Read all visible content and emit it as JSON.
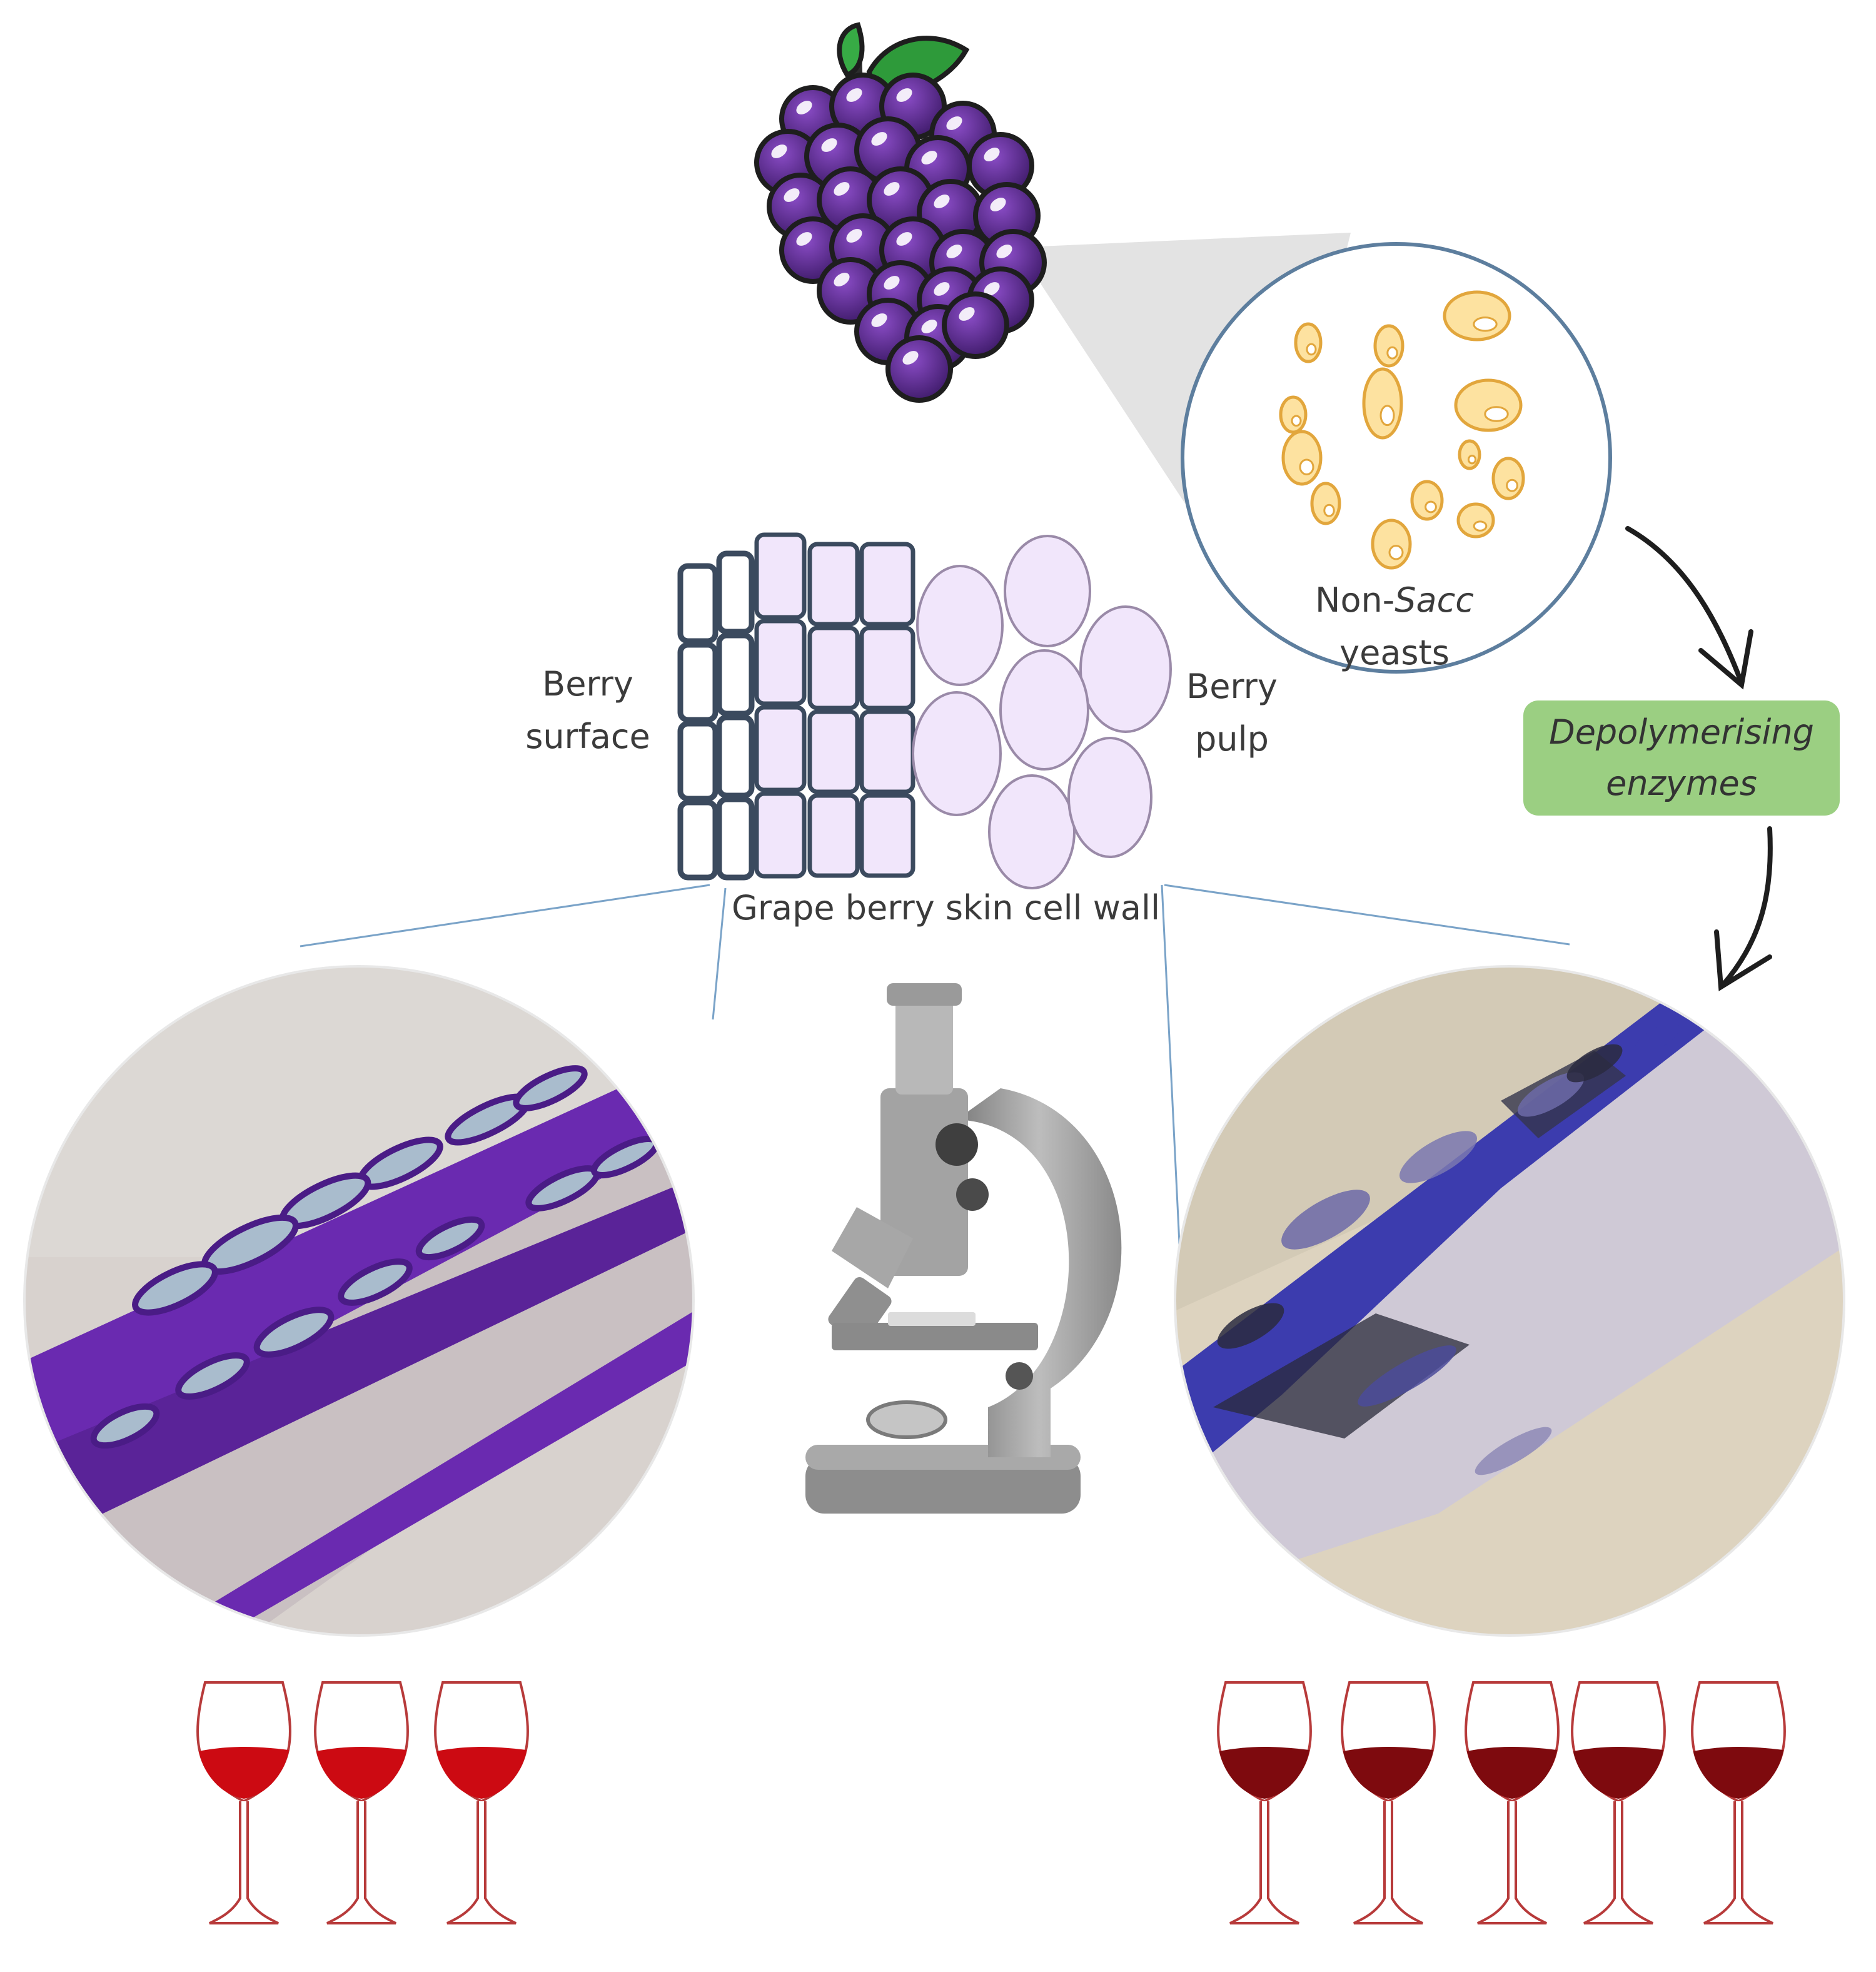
{
  "labels": {
    "yeast_prefix": "Non-",
    "yeast_italic": "Sacc",
    "yeast_line2": "yeasts",
    "surface_line1": "Berry",
    "surface_line2": "surface",
    "pulp_line1": "Berry",
    "pulp_line2": "pulp",
    "cell_wall": "Grape berry skin cell wall",
    "enzymes_line1": "Depolymerising",
    "enzymes_line2": "enzymes"
  },
  "colors": {
    "grape": "#5a2a8a",
    "grape_leaf": "#2e9a3a",
    "yeast_fill": "#fde2a0",
    "yeast_stroke": "#e2a63c",
    "skin_cell_stroke": "#3b4a5e",
    "cell_fill": "#f1e6fb",
    "pulp_stroke": "#9a8aa8",
    "enzyme_box": "#9bcf82",
    "wine_light": "#cc0a12",
    "wine_dark": "#7e0a0e",
    "glass_stroke": "#b73a3a",
    "stain_left": "#6a2ab0",
    "stain_right": "#3c3cae"
  },
  "icons": [
    "grape-icon",
    "microscope-icon",
    "wine-glass-icon"
  ],
  "glasses": {
    "left_count": 3,
    "right_count": 5
  }
}
